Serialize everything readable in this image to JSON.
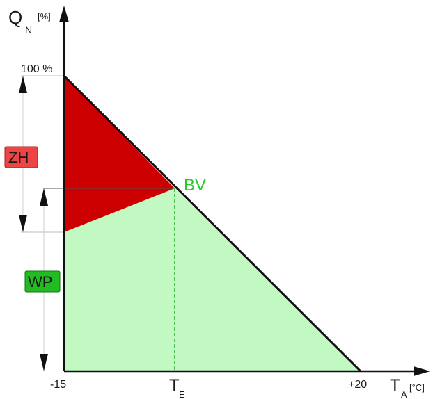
{
  "y_axis": {
    "label_main": "Q",
    "label_sub": "N",
    "unit": "[%]"
  },
  "x_axis": {
    "label_main": "T",
    "label_sub": "A",
    "unit": "[°C]"
  },
  "ticks": {
    "y_top": "100 %",
    "x_left": "-15",
    "x_mid_main": "T",
    "x_mid_sub": "E",
    "x_right": "+20"
  },
  "labels": {
    "zh": "ZH",
    "wp": "WP",
    "bv": "BV"
  },
  "colors": {
    "red_fill": "#cc0000",
    "green_fill": "#c2f8c2",
    "zh_box": "#ee4444",
    "wp_box": "#22bb22",
    "bv_text": "#22cc22",
    "te_dash": "#22aa22"
  }
}
